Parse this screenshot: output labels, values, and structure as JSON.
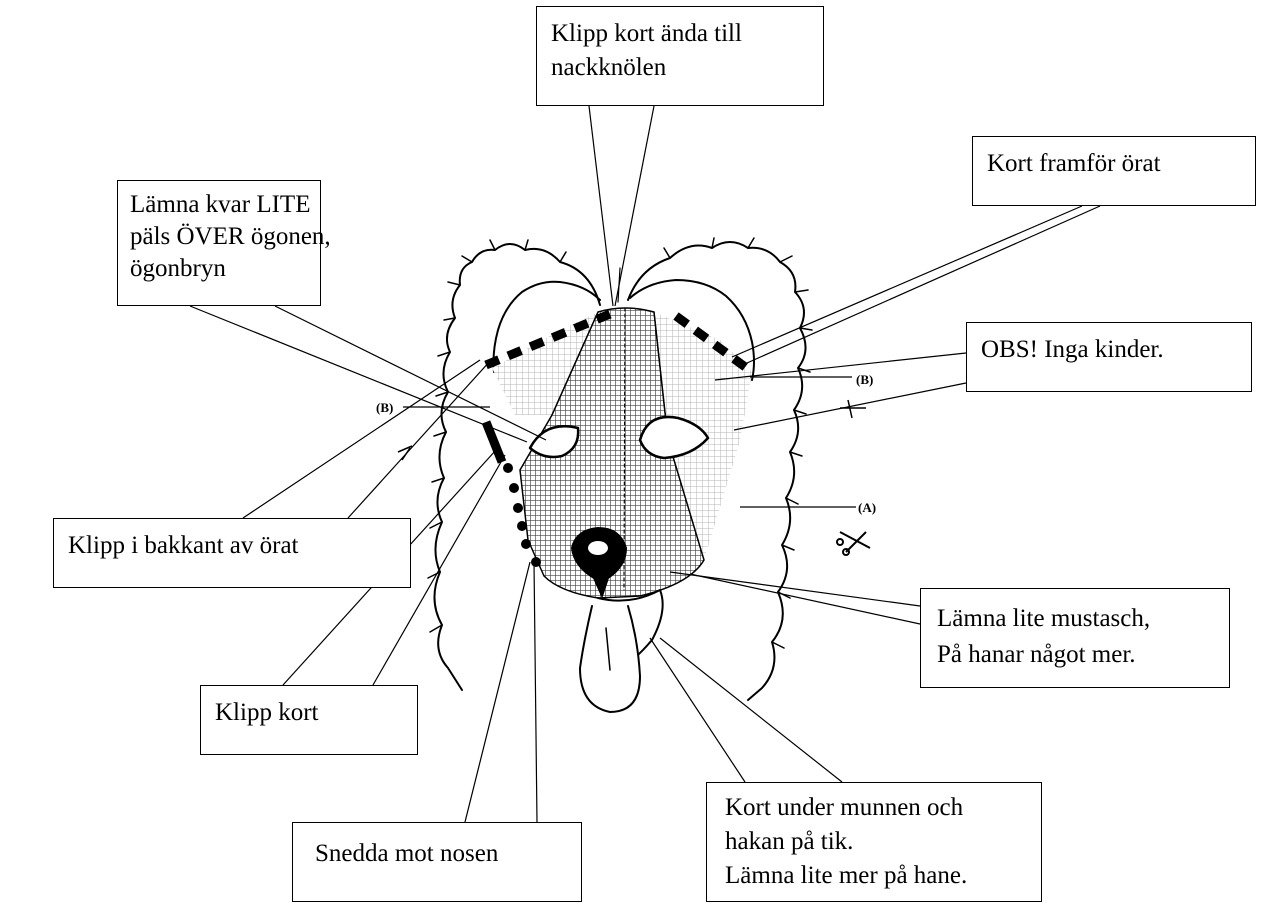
{
  "callouts": {
    "nackknolen": {
      "lines": [
        "Klipp kort ända till",
        "nackknölen"
      ]
    },
    "framfor_orat": {
      "lines": [
        "Kort framför örat"
      ]
    },
    "ogonbryn": {
      "lines": [
        "Lämna kvar LITE",
        "päls ÖVER ögonen,",
        "ögonbryn"
      ]
    },
    "inga_kinder": {
      "lines": [
        "OBS! Inga kinder."
      ]
    },
    "bakkant": {
      "lines": [
        "Klipp i bakkant av örat"
      ]
    },
    "mustasch": {
      "lines": [
        "Lämna lite mustasch,",
        "På hanar något mer."
      ]
    },
    "klipp_kort": {
      "lines": [
        "Klipp kort"
      ]
    },
    "under_munnen": {
      "lines": [
        "Kort under munnen och",
        "hakan på tik.",
        "Lämna lite mer på hane."
      ]
    },
    "snedda": {
      "lines": [
        "Snedda mot nosen"
      ]
    }
  },
  "figure_labels": {
    "b_left": "(B)",
    "b_right": "(B)",
    "a_right": "(A)"
  },
  "colors": {
    "ink": "#000000",
    "paper": "#ffffff",
    "hatch": "#6b6b6b"
  }
}
